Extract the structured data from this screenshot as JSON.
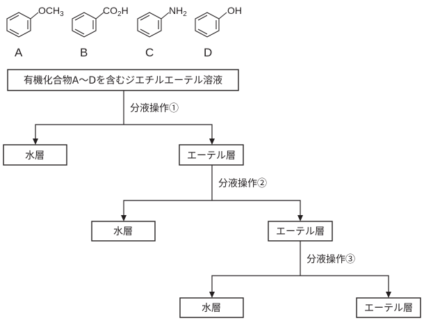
{
  "compounds": [
    {
      "letter": "A",
      "substituent": "OCH",
      "subscript": "3",
      "suffix": "",
      "name": "anisole"
    },
    {
      "letter": "B",
      "substituent": "CO",
      "subscript": "2",
      "suffix": "H",
      "name": "benzoic-acid"
    },
    {
      "letter": "C",
      "substituent": "NH",
      "subscript": "2",
      "suffix": "",
      "name": "aniline"
    },
    {
      "letter": "D",
      "substituent": "OH",
      "subscript": "",
      "suffix": "",
      "name": "phenol"
    }
  ],
  "flow": {
    "start": "有機化合物A～Dを含むジエチルエーテル溶液",
    "operations": [
      "分液操作①",
      "分液操作②",
      "分液操作③"
    ],
    "water_layer": "水層",
    "ether_layer": "エーテル層"
  },
  "colors": {
    "ink": "#231f20",
    "background": "#ffffff"
  }
}
